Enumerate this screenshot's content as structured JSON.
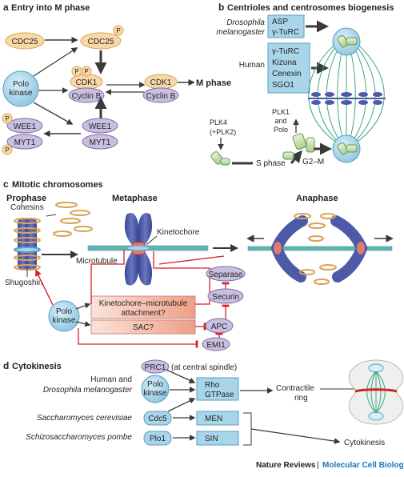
{
  "panel_a": {
    "letter": "a",
    "title": "Entry into M phase",
    "nodes": {
      "cdc25_left": "CDC25",
      "cdc25_right": "CDC25",
      "polo_line1": "Polo",
      "polo_line2": "kinase",
      "cdk1_left": "CDK1",
      "cyclinb_left": "Cyclin B",
      "cdk1_right": "CDK1",
      "cyclinb_right": "Cyclin B",
      "m_phase": "M phase",
      "wee1_left": "WEE1",
      "myt1_left": "MYT1",
      "wee1_right": "WEE1",
      "myt1_right": "MYT1",
      "p_badge": "P"
    }
  },
  "panel_b": {
    "letter": "b",
    "title": "Centrioles and centrosomes biogenesis",
    "drosophila_line1": "Drosophila",
    "drosophila_line2": "melanogaster",
    "drosophila_box": [
      "ASP",
      "γ-TuRC"
    ],
    "human_label": "Human",
    "human_box": [
      "γ-TuRC",
      "Kizuna",
      "Cenexin",
      "SGO1"
    ],
    "plk4_line1": "PLK4",
    "plk4_line2": "(+PLK2)",
    "plk1_lines": [
      "PLK1",
      "and",
      "Polo"
    ],
    "s_phase": "S phase",
    "g2m": "G2–M"
  },
  "panel_c": {
    "letter": "c",
    "title": "Mitotic chromosomes",
    "prophase": "Prophase",
    "metaphase": "Metaphase",
    "anaphase": "Anaphase",
    "cohesins": "Cohesins",
    "kinetochore": "Kinetochore",
    "microtubule": "Microtubule",
    "shugoshin": "Shugoshin",
    "polo_line1": "Polo",
    "polo_line2": "kinase",
    "km_line1": "Kinetochore–microtubule",
    "km_line2": "attachment?",
    "sac": "SAC?",
    "separase": "Separase",
    "securin": "Securin",
    "apc": "APC",
    "emi1": "EMI1"
  },
  "panel_d": {
    "letter": "d",
    "title": "Cytokinesis",
    "human_line1": "Human and",
    "human_line2": "Drosophila melanogaster",
    "prc1": "PRC1",
    "prc1_note": "(at central spindle)",
    "polo_line1": "Polo",
    "polo_line2": "kinase",
    "rho_line1": "Rho",
    "rho_line2": "GTPase",
    "contractile_line1": "Contractile",
    "contractile_line2": "ring",
    "saccharomyces": "Saccharomyces cerevisiae",
    "cdc5": "Cdc5",
    "men": "MEN",
    "schizo": "Schizosaccharomyces pombe",
    "plo1": "Plo1",
    "sin": "SIN",
    "cytokinesis": "Cytokinesis"
  },
  "footer": {
    "journal": "Nature Reviews",
    "separator": "|",
    "section": "Molecular Cell Biology"
  },
  "colors": {
    "orange_fill": "#f7d9a8",
    "orange_stroke": "#d9a35a",
    "blue_fill": "#a9d5ea",
    "blue_stroke": "#5a9fc0",
    "purple_fill": "#c9bfe0",
    "purple_stroke": "#7d6fa8",
    "pink": "#e7a0a9",
    "chromosome": "#4d5aa8",
    "salmon_box": "#f3b9a4",
    "red_line": "#d2232a",
    "teal": "#5fb5b0",
    "spindle_green": "#3aa87f",
    "journal_blue": "#1b75bb"
  }
}
